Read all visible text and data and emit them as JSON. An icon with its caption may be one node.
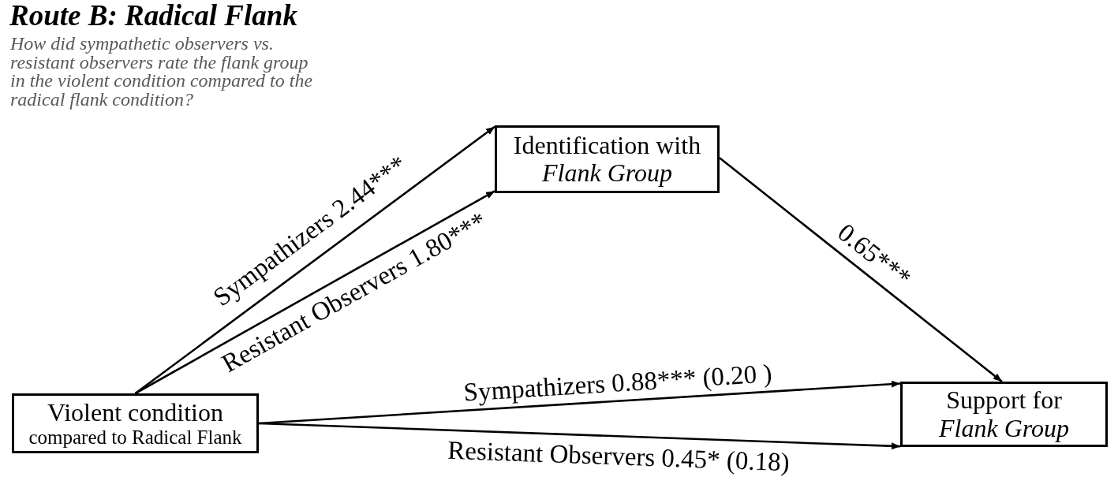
{
  "diagram": {
    "title": "Route B: Radical Flank",
    "nodes": [
      {
        "text": [
          "Violent condition",
          "compared to Radical Flank"
        ]
      },
      {
        "text": [
          "Identification with *Flank Group*"
        ]
      },
      {
        "text": [
          "Support for *Flank Group*"
        ]
      }
    ],
    "edges": [
      {
        "from": 0,
        "to": 1,
        "arrow": "to",
        "label": "Sympathizers 2.44***"
      },
      {
        "from": 0,
        "to": 1,
        "arrow": "to",
        "label": "Resistant Observers 1.80***"
      },
      {
        "from": 1,
        "to": 2,
        "arrow": "to",
        "label": "0.65***"
      },
      {
        "from": 0,
        "to": 2,
        "arrow": "to",
        "label": "Sympathizers 0.88*** (0.20 )"
      },
      {
        "from": 0,
        "to": 2,
        "arrow": "to",
        "label": "Resistant Observers 0.45* (0.18)"
      }
    ],
    "labels": [
      "How did sympathetic observers vs. resistant observers rate the flank group in the violent condition compared to the radical flank condition?"
    ]
  }
}
